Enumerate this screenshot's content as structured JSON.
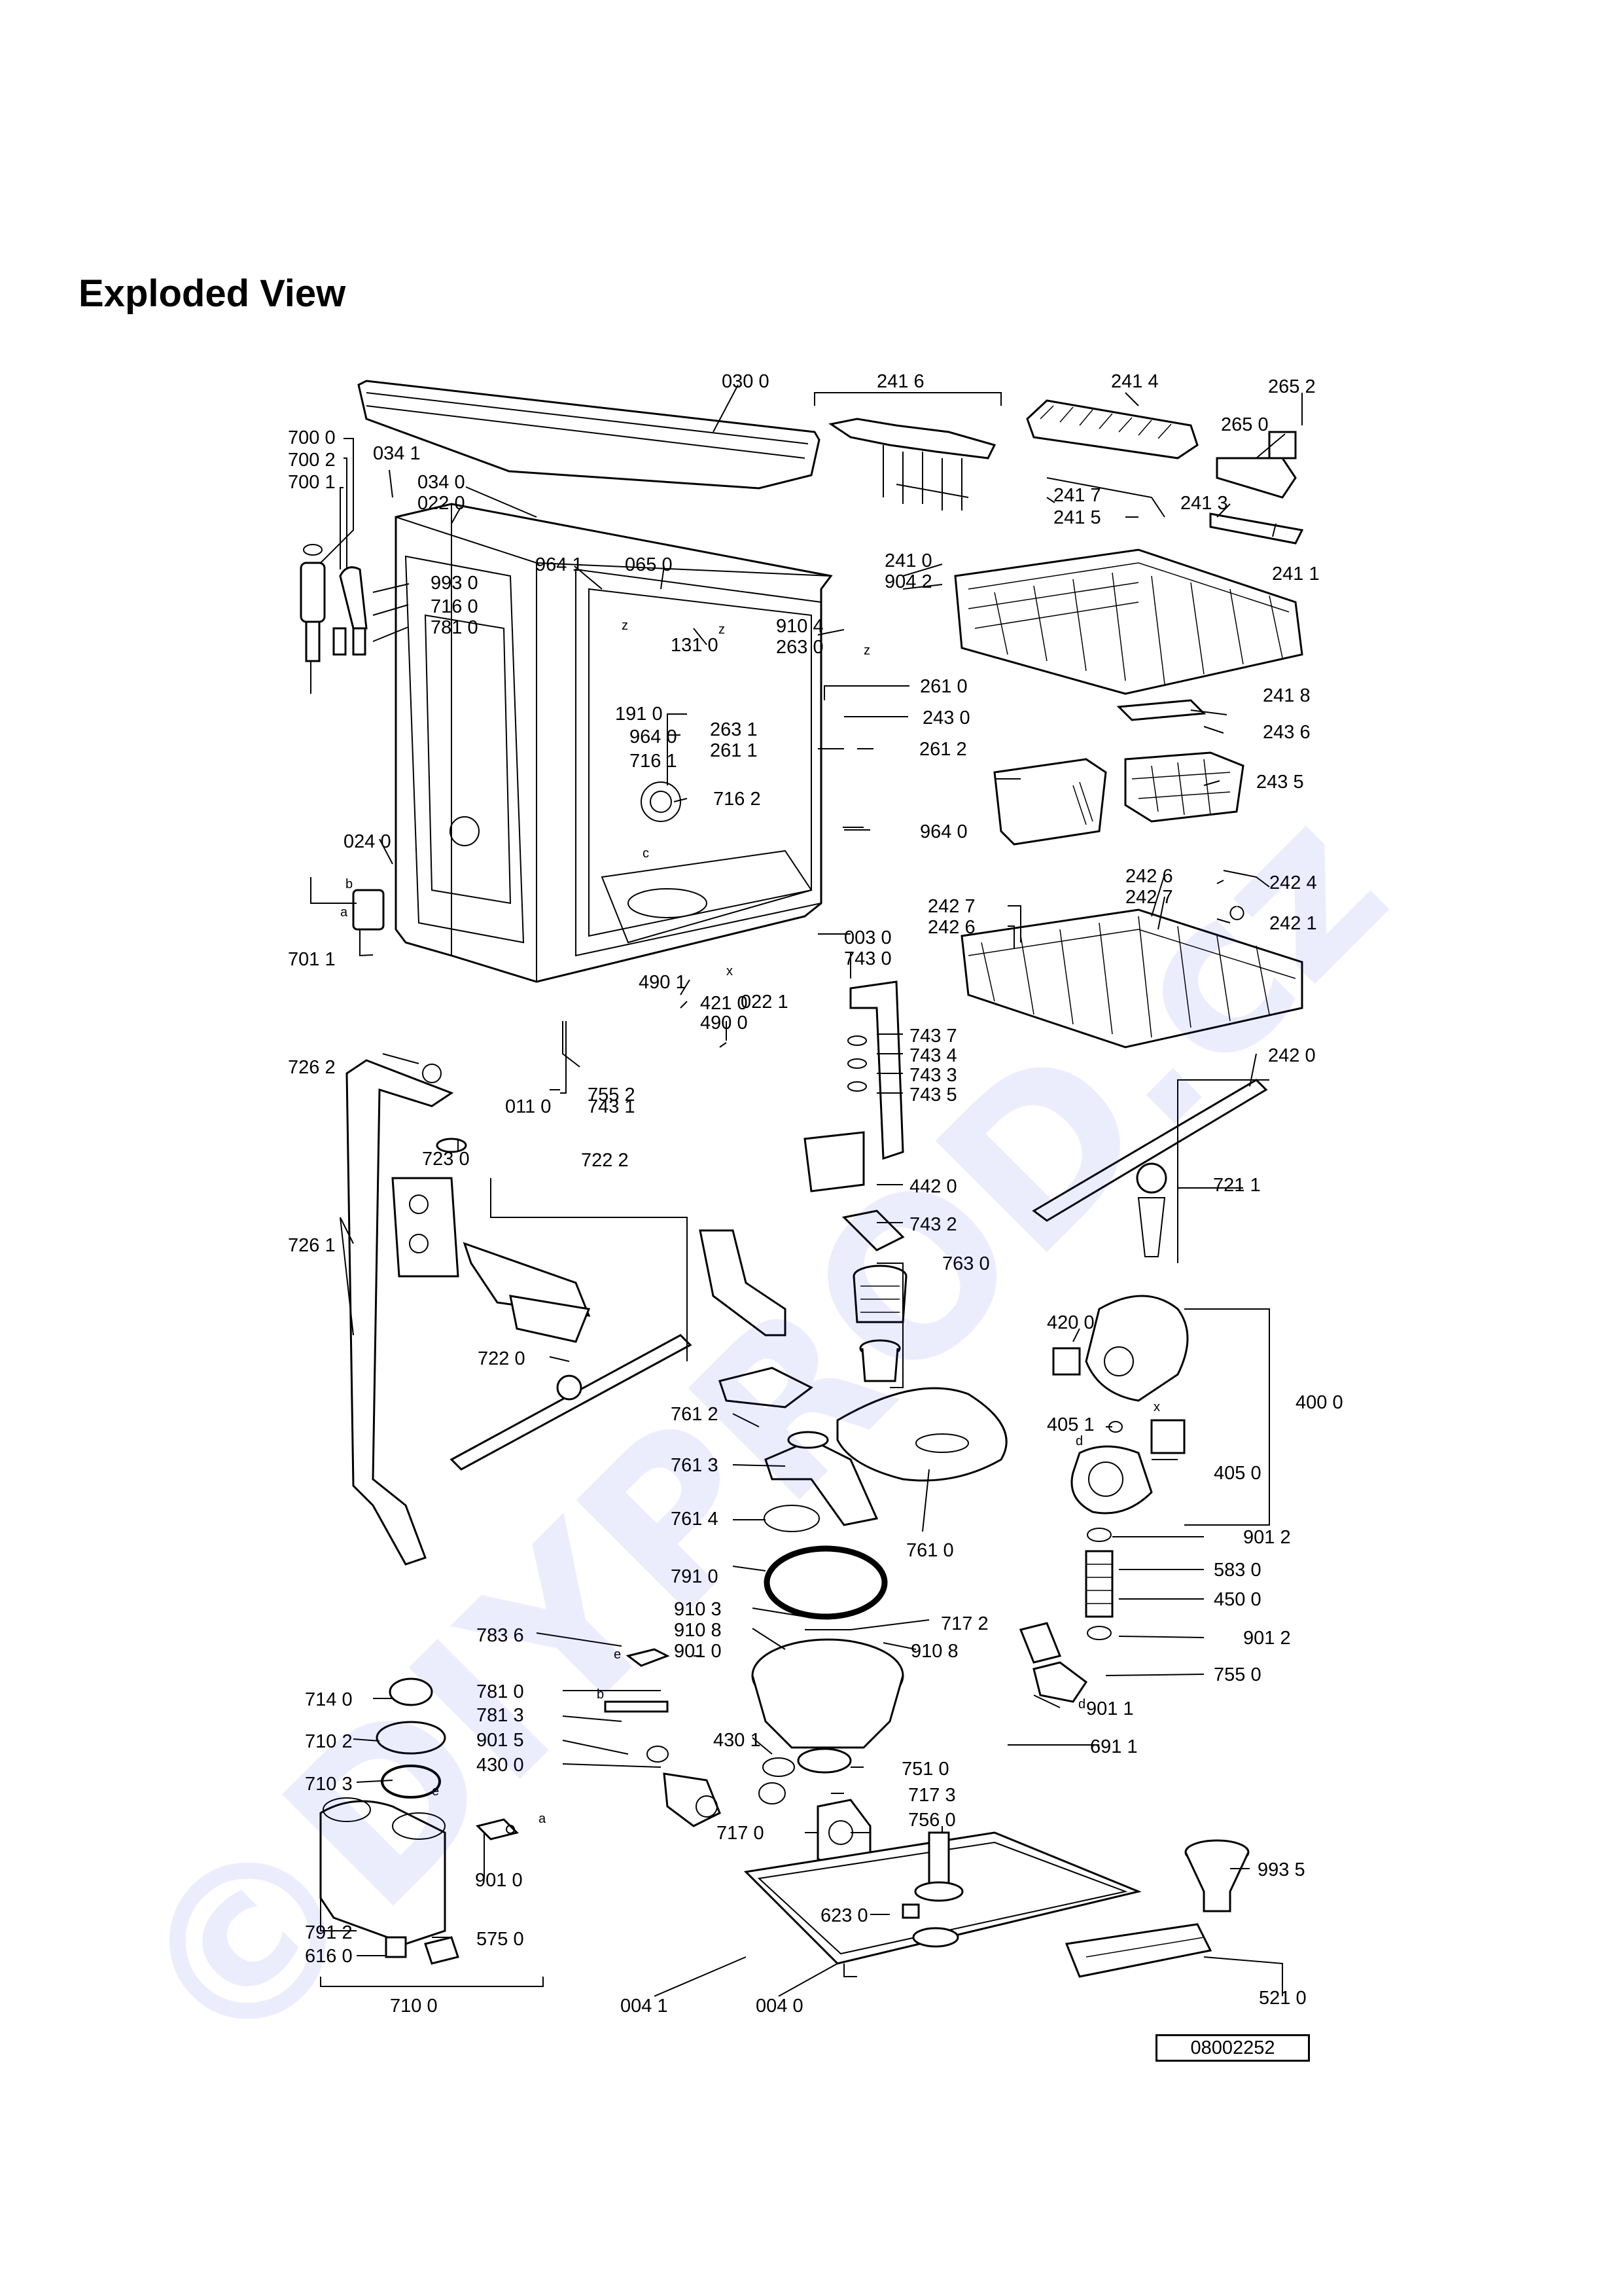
{
  "title": "Exploded View",
  "watermark": "©DIYPROD.cz",
  "document_code": "08002252",
  "colors": {
    "ink": "#000000",
    "watermark": "#1d2bdc",
    "background": "#ffffff"
  },
  "callouts": [
    {
      "id": "c0300",
      "text": "030 0"
    },
    {
      "id": "c2416",
      "text": "241 6"
    },
    {
      "id": "c2414",
      "text": "241 4"
    },
    {
      "id": "c2652",
      "text": "265 2"
    },
    {
      "id": "c2650",
      "text": "265 0"
    },
    {
      "id": "c7000",
      "text": "700 0"
    },
    {
      "id": "c7002",
      "text": "700 2"
    },
    {
      "id": "c7001",
      "text": "700 1"
    },
    {
      "id": "c0341",
      "text": "034 1"
    },
    {
      "id": "c0340",
      "text": "034 0"
    },
    {
      "id": "c0220",
      "text": "022 0"
    },
    {
      "id": "c2417",
      "text": "241 7"
    },
    {
      "id": "c2415",
      "text": "241 5"
    },
    {
      "id": "c2413",
      "text": "241 3"
    },
    {
      "id": "c2411",
      "text": "241 1"
    },
    {
      "id": "c9641a",
      "text": "964 1"
    },
    {
      "id": "c0650",
      "text": "065 0"
    },
    {
      "id": "c2410",
      "text": "241 0"
    },
    {
      "id": "c9042",
      "text": "904 2"
    },
    {
      "id": "c9930",
      "text": "993 0"
    },
    {
      "id": "c7160",
      "text": "716 0"
    },
    {
      "id": "c7810a",
      "text": "781 0"
    },
    {
      "id": "c1310",
      "text": "131 0"
    },
    {
      "id": "c9104",
      "text": "910 4"
    },
    {
      "id": "c2630",
      "text": "263 0"
    },
    {
      "id": "c2610",
      "text": "261 0"
    },
    {
      "id": "c2418",
      "text": "241 8"
    },
    {
      "id": "c1910",
      "text": "191 0"
    },
    {
      "id": "c2430",
      "text": "243 0"
    },
    {
      "id": "c2436",
      "text": "243 6"
    },
    {
      "id": "c9640a",
      "text": "964 0"
    },
    {
      "id": "c2631",
      "text": "263 1"
    },
    {
      "id": "c2611",
      "text": "261 1"
    },
    {
      "id": "c2612",
      "text": "261 2"
    },
    {
      "id": "c7161",
      "text": "716 1"
    },
    {
      "id": "c2435",
      "text": "243 5"
    },
    {
      "id": "c7162",
      "text": "716 2"
    },
    {
      "id": "c9640b",
      "text": "964 0"
    },
    {
      "id": "c0240",
      "text": "024 0"
    },
    {
      "id": "c2427a",
      "text": "242 7"
    },
    {
      "id": "c2426a",
      "text": "242 6"
    },
    {
      "id": "c2426b",
      "text": "242 6"
    },
    {
      "id": "c2427b",
      "text": "242 7"
    },
    {
      "id": "c2424",
      "text": "242 4"
    },
    {
      "id": "c2421",
      "text": "242 1"
    },
    {
      "id": "c7011",
      "text": "701 1"
    },
    {
      "id": "c0030",
      "text": "003 0"
    },
    {
      "id": "c7430",
      "text": "743 0"
    },
    {
      "id": "c4901",
      "text": "490 1"
    },
    {
      "id": "c0221",
      "text": "022 1"
    },
    {
      "id": "c4210",
      "text": "421 0"
    },
    {
      "id": "c4900",
      "text": "490 0"
    },
    {
      "id": "c7437",
      "text": "743 7"
    },
    {
      "id": "c7434",
      "text": "743 4"
    },
    {
      "id": "c7433",
      "text": "743 3"
    },
    {
      "id": "c7435",
      "text": "743 5"
    },
    {
      "id": "c2420",
      "text": "242 0"
    },
    {
      "id": "c7262",
      "text": "726 2"
    },
    {
      "id": "c7552",
      "text": "755 2"
    },
    {
      "id": "c0110",
      "text": "011 0"
    },
    {
      "id": "c7431",
      "text": "743 1"
    },
    {
      "id": "c7230",
      "text": "723 0"
    },
    {
      "id": "c7222",
      "text": "722 2"
    },
    {
      "id": "c4420",
      "text": "442 0"
    },
    {
      "id": "c7432",
      "text": "743 2"
    },
    {
      "id": "c7211",
      "text": "721 1"
    },
    {
      "id": "c7261",
      "text": "726 1"
    },
    {
      "id": "c7630",
      "text": "763 0"
    },
    {
      "id": "c4200",
      "text": "420 0"
    },
    {
      "id": "c7220",
      "text": "722 0"
    },
    {
      "id": "c4000",
      "text": "400 0"
    },
    {
      "id": "c7612",
      "text": "761 2"
    },
    {
      "id": "c4051",
      "text": "405 1"
    },
    {
      "id": "c7613",
      "text": "761 3"
    },
    {
      "id": "c4050",
      "text": "405 0"
    },
    {
      "id": "c7614",
      "text": "761 4"
    },
    {
      "id": "c7610",
      "text": "761 0"
    },
    {
      "id": "c9012a",
      "text": "901 2"
    },
    {
      "id": "c5830",
      "text": "583 0"
    },
    {
      "id": "c7910",
      "text": "791 0"
    },
    {
      "id": "c4500",
      "text": "450 0"
    },
    {
      "id": "c9103",
      "text": "910 3"
    },
    {
      "id": "c7172",
      "text": "717 2"
    },
    {
      "id": "c7836",
      "text": "783 6"
    },
    {
      "id": "c9108a",
      "text": "910 8"
    },
    {
      "id": "c9108b",
      "text": "910 8"
    },
    {
      "id": "c9012b",
      "text": "901 2"
    },
    {
      "id": "c9010a",
      "text": "901 0"
    },
    {
      "id": "c7550",
      "text": "755 0"
    },
    {
      "id": "c7810b",
      "text": "781 0"
    },
    {
      "id": "c7140",
      "text": "714 0"
    },
    {
      "id": "c7813",
      "text": "781 3"
    },
    {
      "id": "c9011",
      "text": "901 1"
    },
    {
      "id": "c7102",
      "text": "710 2"
    },
    {
      "id": "c9015",
      "text": "901 5"
    },
    {
      "id": "c4301",
      "text": "430 1"
    },
    {
      "id": "c6911",
      "text": "691 1"
    },
    {
      "id": "c4300",
      "text": "430 0"
    },
    {
      "id": "c7510",
      "text": "751 0"
    },
    {
      "id": "c7103",
      "text": "710 3"
    },
    {
      "id": "c7173",
      "text": "717 3"
    },
    {
      "id": "c7170",
      "text": "717 0"
    },
    {
      "id": "c7560",
      "text": "756 0"
    },
    {
      "id": "c9010b",
      "text": "901 0"
    },
    {
      "id": "c9935",
      "text": "993 5"
    },
    {
      "id": "c6230",
      "text": "623 0"
    },
    {
      "id": "c7912",
      "text": "791 2"
    },
    {
      "id": "c6160",
      "text": "616 0"
    },
    {
      "id": "c5750",
      "text": "575 0"
    },
    {
      "id": "c7100",
      "text": "710 0"
    },
    {
      "id": "c0041",
      "text": "004 1"
    },
    {
      "id": "c0040",
      "text": "004 0"
    },
    {
      "id": "c5210",
      "text": "521 0"
    }
  ],
  "marks": [
    "z",
    "z",
    "z",
    "c",
    "x",
    "b",
    "a",
    "e",
    "d",
    "x",
    "b",
    "e",
    "a",
    "d"
  ]
}
